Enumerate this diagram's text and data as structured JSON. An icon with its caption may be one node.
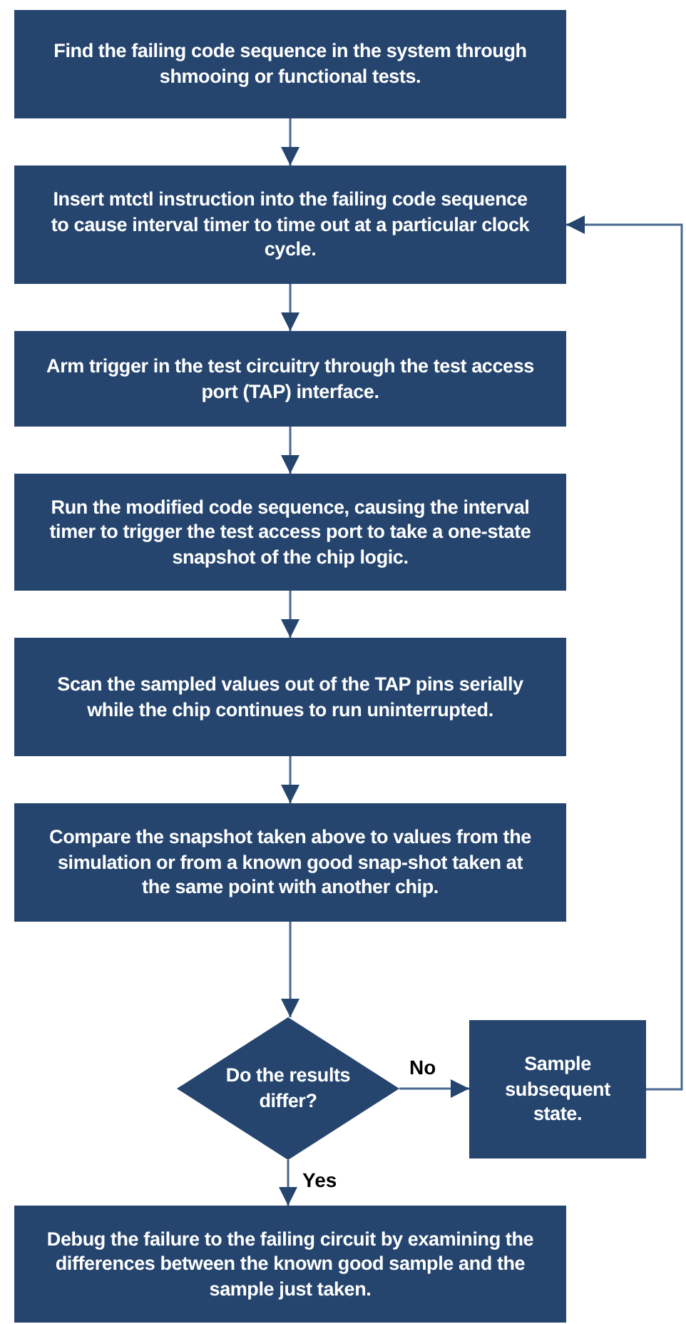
{
  "diagram": {
    "nodes": [
      {
        "text": [
          "Find the failing code sequence in the system through shmooing or functional tests."
        ]
      },
      {
        "text": [
          "Insert mtctl instruction into the failing code sequence to cause interval timer to time out at a particular clock cycle."
        ]
      },
      {
        "text": [
          "Arm trigger in the test circuitry through the test access port (TAP) interface."
        ]
      },
      {
        "text": [
          "Run the modified code sequence, causing the interval timer to trigger the test access port to take a one-state snapshot of the chip logic."
        ]
      },
      {
        "text": [
          "Scan the sampled values out of the TAP pins serially while the chip continues to run uninterrupted."
        ]
      },
      {
        "text": [
          "Compare the snapshot taken above to values from the simulation or from a known good snap-shot taken at the same point with another chip."
        ]
      },
      {
        "text": [
          "Do the results differ?"
        ]
      },
      {
        "text": [
          "Sample subsequent state."
        ]
      },
      {
        "text": [
          "Debug the failure to the failing circuit by examining the differences between the known good sample and the sample just taken."
        ]
      }
    ],
    "edges": [
      {
        "from": 0,
        "to": 1,
        "arrow": "to"
      },
      {
        "from": 1,
        "to": 2,
        "arrow": "to"
      },
      {
        "from": 2,
        "to": 3,
        "arrow": "to"
      },
      {
        "from": 3,
        "to": 4,
        "arrow": "to"
      },
      {
        "from": 4,
        "to": 5,
        "arrow": "to"
      },
      {
        "from": 5,
        "to": 6,
        "arrow": "to"
      },
      {
        "from": 6,
        "to": 7,
        "arrow": "to",
        "label": "No"
      },
      {
        "from": 6,
        "to": 8,
        "arrow": "to",
        "label": "Yes"
      },
      {
        "from": 7,
        "to": 1,
        "arrow": "to"
      }
    ]
  }
}
